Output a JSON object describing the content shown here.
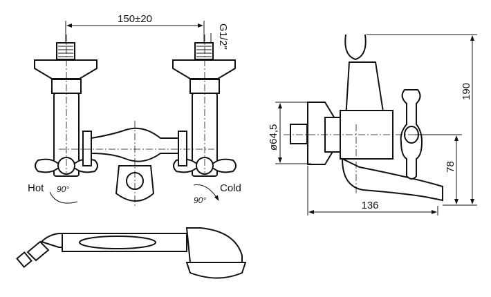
{
  "front_view": {
    "spacing_dim": "150±20",
    "thread_label": "G1/2\"",
    "hot_label": "Hot",
    "cold_label": "Cold",
    "hot_rotation": "90°",
    "cold_rotation": "90°"
  },
  "side_view": {
    "height_dim": "190",
    "diameter_dim": "ø64,5",
    "outlet_height_dim": "78",
    "projection_dim": "136"
  }
}
